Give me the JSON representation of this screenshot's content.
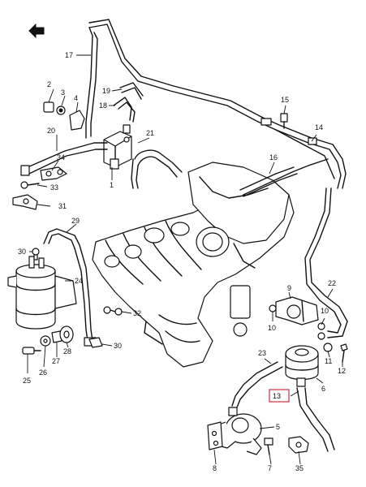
{
  "callouts": [
    {
      "id": "c1",
      "label": "1"
    },
    {
      "id": "c2",
      "label": "2"
    },
    {
      "id": "c3",
      "label": "3"
    },
    {
      "id": "c4",
      "label": "4"
    },
    {
      "id": "c5",
      "label": "5"
    },
    {
      "id": "c6",
      "label": "6"
    },
    {
      "id": "c7",
      "label": "7"
    },
    {
      "id": "c8",
      "label": "8"
    },
    {
      "id": "c9",
      "label": "9"
    },
    {
      "id": "c10",
      "label": "10"
    },
    {
      "id": "c10b",
      "label": "10"
    },
    {
      "id": "c11",
      "label": "11"
    },
    {
      "id": "c12",
      "label": "12"
    },
    {
      "id": "c13",
      "label": "13",
      "highlighted": true
    },
    {
      "id": "c14",
      "label": "14"
    },
    {
      "id": "c15",
      "label": "15"
    },
    {
      "id": "c16",
      "label": "16"
    },
    {
      "id": "c17",
      "label": "17"
    },
    {
      "id": "c18",
      "label": "18"
    },
    {
      "id": "c19",
      "label": "19"
    },
    {
      "id": "c20",
      "label": "20"
    },
    {
      "id": "c21",
      "label": "21"
    },
    {
      "id": "c22",
      "label": "22"
    },
    {
      "id": "c23",
      "label": "23"
    },
    {
      "id": "c24",
      "label": "24"
    },
    {
      "id": "c25",
      "label": "25"
    },
    {
      "id": "c26",
      "label": "26"
    },
    {
      "id": "c27",
      "label": "27"
    },
    {
      "id": "c28",
      "label": "28"
    },
    {
      "id": "c29",
      "label": "29"
    },
    {
      "id": "c30",
      "label": "30"
    },
    {
      "id": "c30b",
      "label": "30"
    },
    {
      "id": "c31",
      "label": "31"
    },
    {
      "id": "c32",
      "label": "32"
    },
    {
      "id": "c33",
      "label": "33"
    },
    {
      "id": "c34",
      "label": "34"
    },
    {
      "id": "c35",
      "label": "35"
    }
  ],
  "icons": [
    "front-direction-arrow-icon"
  ],
  "colors": {
    "line": "#111111",
    "background": "#ffffff",
    "highlight": "#d0303a"
  }
}
